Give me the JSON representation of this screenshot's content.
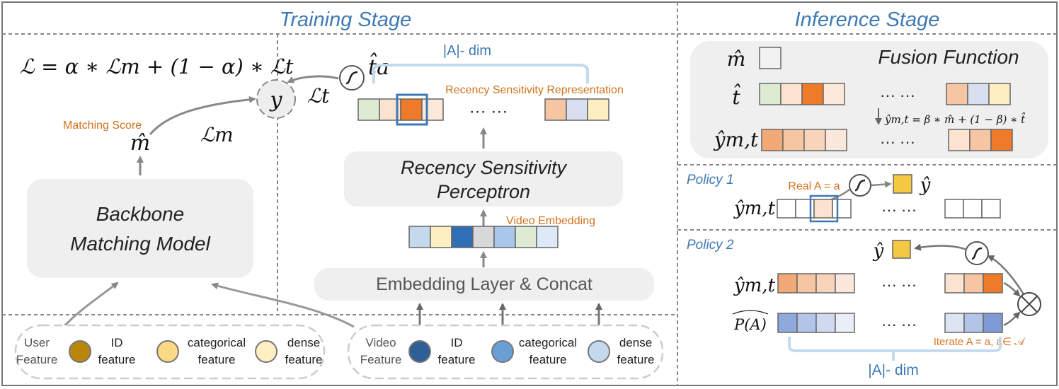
{
  "training": {
    "title": "Training Stage",
    "loss_formula": "ℒ = α ∗ ℒm + (1 − α) ∗ ℒt",
    "y_label": "y",
    "lt_label": "ℒt",
    "lm_label": "ℒm",
    "matching_score": "Matching Score",
    "m_hat": "m̂",
    "t_hat_a": "t̂a",
    "backbone_line1": "Backbone",
    "backbone_line2": "Matching Model",
    "dim_label": "|A|- dim",
    "rsr_label": "Recency Sensitivity Representation",
    "dots": "··· ···",
    "rsp_line1": "Recency Sensitivity",
    "rsp_line2": "Perceptron",
    "video_embedding": "Video Embedding",
    "embed_layer": "Embedding Layer & Concat",
    "user_feature": [
      "User",
      "Feature"
    ],
    "video_feature": [
      "Video",
      "Feature"
    ],
    "id_feature": [
      "ID",
      "feature"
    ],
    "categorical_feature": [
      "categorical",
      "feature"
    ],
    "dense_feature": [
      "dense",
      "feature"
    ]
  },
  "inference": {
    "title": "Inference Stage",
    "m_hat": "m̂",
    "fusion": "Fusion Function",
    "t_hat": "t̂",
    "y_mt": "ŷm,t",
    "fusion_formula": "ŷm,t = β ∗ m̂ + (1 − β) ∗ t̂",
    "dots": "··· ···",
    "policy1": "Policy 1",
    "real_a": "Real A = a",
    "y_hat": "ŷ",
    "policy2": "Policy 2",
    "p_a": "P(A)",
    "iterate": "Iterate A = a, a∈ 𝒜",
    "dim_label": "|A|- dim"
  },
  "colors": {
    "panel": "#efefef",
    "outline": "#666666",
    "dash": "#8a8a8a",
    "blue_text": "#3f79b4",
    "orange_text": "#d3721e",
    "yellow": "#f5c842",
    "bracket": "#c5d9ee"
  }
}
